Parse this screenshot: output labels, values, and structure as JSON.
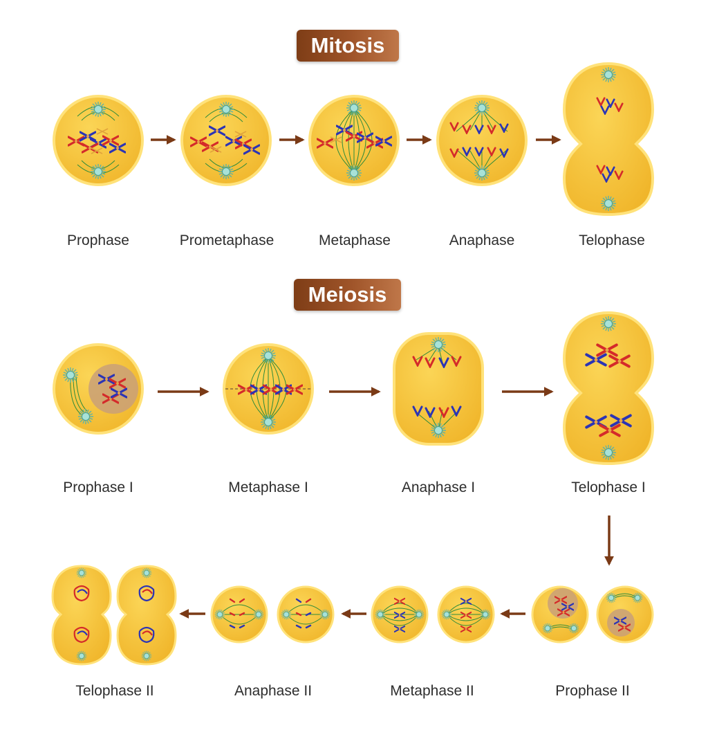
{
  "mitosis": {
    "title": "Mitosis",
    "phases": [
      "Prophase",
      "Prometaphase",
      "Metaphase",
      "Anaphase",
      "Telophase"
    ]
  },
  "meiosis": {
    "title": "Meiosis",
    "phases_row1": [
      "Prophase I",
      "Metaphase I",
      "Anaphase I",
      "Telophase I"
    ],
    "phases_row2": [
      "Telophase II",
      "Anaphase II",
      "Metaphase II",
      "Prophase II"
    ]
  },
  "colors": {
    "cell_fill": "#f5c33b",
    "cell_border": "#ffe27a",
    "arrow": "#7a3a16",
    "chromosome_red": "#d42a2a",
    "chromosome_blue": "#2c34b5",
    "spindle": "#2e8b3a",
    "centrosome": "#8fd3c8",
    "nucleus": "#c9a078"
  }
}
